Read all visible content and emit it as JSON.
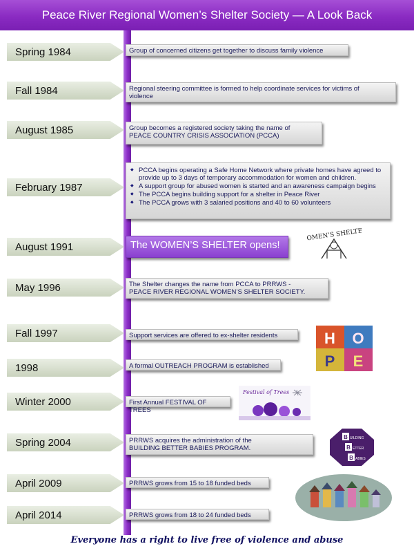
{
  "header": {
    "title": "Peace River Regional Women’s Shelter Society — A Look Back"
  },
  "timeline": [
    {
      "date": "Spring 1984",
      "lines": [
        "Group of concerned citizens get together to discuss family violence"
      ]
    },
    {
      "date": "Fall 1984",
      "lines": [
        "Regional steering committee is formed to help coordinate services for victims of",
        "violence"
      ]
    },
    {
      "date": "August 1985",
      "lines": [
        "Group becomes a registered society taking the name  of",
        "PEACE COUNTRY CRISIS ASSOCIATION (PCCA)"
      ]
    },
    {
      "date": "February 1987",
      "bullets": [
        "PCCA begins operating a Safe Home Network where private homes have agreed to provide up to 3 days of temporary accommodation for women and children.",
        "A support group for abused women is started and an awareness campaign begins",
        "The PCCA begins building support for a shelter in Peace River",
        "The PCCA grows with 3 salaried positions and 40 to 60 volunteers"
      ]
    },
    {
      "date": "August 1991",
      "lines": [
        "The WOMEN’S SHELTER opens!"
      ]
    },
    {
      "date": "May 1996",
      "lines": [
        "The Shelter changes the name from PCCA to  PRRWS -",
        "PEACE RIVER REGIONAL WOMEN’S SHELTER SOCIETY."
      ]
    },
    {
      "date": "Fall 1997",
      "lines": [
        "Support services are offered to ex-shelter residents"
      ]
    },
    {
      "date": "1998",
      "lines": [
        "A formal OUTREACH PROGRAM is established"
      ]
    },
    {
      "date": "Winter 2000",
      "lines": [
        "First Annual FESTIVAL OF TREES"
      ]
    },
    {
      "date": "Spring 2004",
      "lines": [
        "PRRWS  acquires the administration of the",
        "BUILDING BETTER BABIES PROGRAM."
      ]
    },
    {
      "date": "April 2009",
      "lines": [
        "PRRWS grows from 15 to 18 funded beds"
      ]
    },
    {
      "date": "April 2014",
      "lines": [
        "PRRWS grows from 18 to 24 funded  beds"
      ]
    }
  ],
  "images": {
    "shelter_logo": {
      "text": "WOMEN’S SHELTER"
    },
    "hope_art": {
      "letters": [
        "H",
        "O",
        "P",
        "E"
      ]
    },
    "festival": {
      "text": "Festival of Trees"
    },
    "bbb_logo": {
      "letters": [
        "B",
        "B",
        "B"
      ],
      "words": [
        "UILDING",
        "ETTER",
        "ABIES"
      ]
    }
  },
  "footer": {
    "slogan": "Everyone has a right to live free of violence and abuse"
  }
}
